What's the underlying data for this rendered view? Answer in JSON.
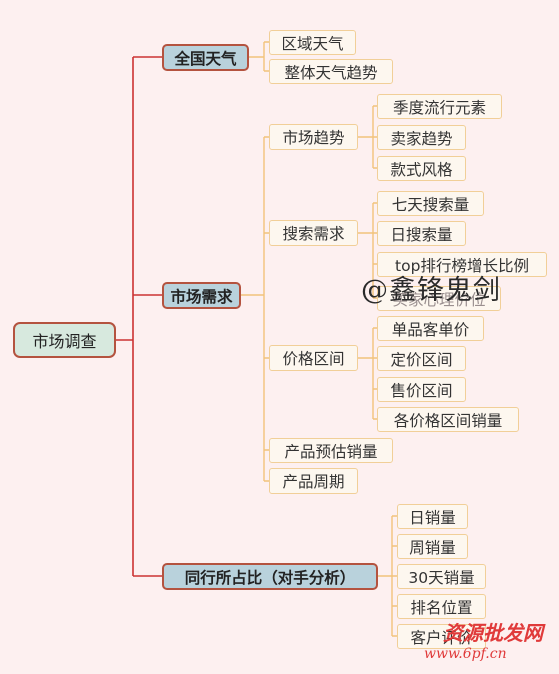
{
  "root": {
    "label": "市场调查"
  },
  "branches": {
    "weather": {
      "label": "全国天气",
      "items": [
        "区域天气",
        "整体天气趋势"
      ]
    },
    "market": {
      "label": "市场需求",
      "trend": {
        "label": "市场趋势",
        "items": [
          "季度流行元素",
          "卖家趋势",
          "款式风格"
        ]
      },
      "search": {
        "label": "搜索需求",
        "items": [
          "七天搜索量",
          "日搜索量",
          "top排行榜增长比例",
          "买家心理价位"
        ]
      },
      "price": {
        "label": "价格区间",
        "items": [
          "单品客单价",
          "定价区间",
          "售价区间",
          "各价格区间销量"
        ]
      },
      "sales_forecast": {
        "label": "产品预估销量"
      },
      "cycle": {
        "label": "产品周期"
      }
    },
    "competitor": {
      "label": "同行所占比（对手分析）",
      "items": [
        "日销量",
        "周销量",
        "30天销量",
        "排名位置",
        "客户评价"
      ]
    }
  },
  "watermarks": {
    "author": "@鑫锋鬼剑",
    "site_title": "资源批发网",
    "site_url": "www.6pf.cn"
  },
  "colors": {
    "background": "#fdf0f0",
    "root_fill": "#d7e9de",
    "branch_fill": "#b9d2dc",
    "main_line": "#cc3333",
    "sub_line": "#f2c27a",
    "leaf_border": "#f1cf98"
  }
}
